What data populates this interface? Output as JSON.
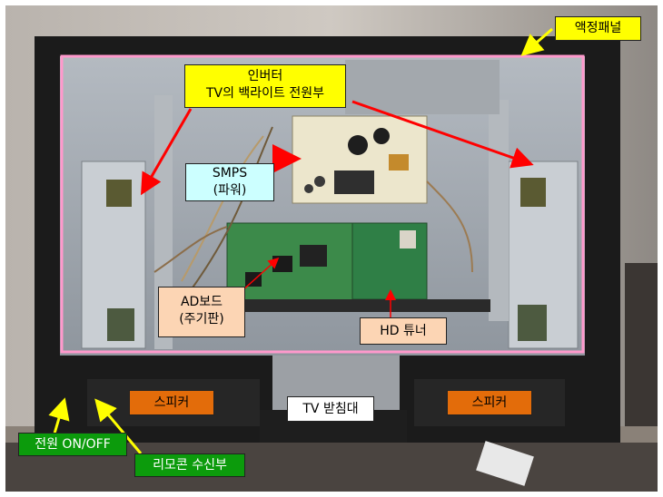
{
  "labels": {
    "lcd_panel": "액정패널",
    "inverter_line1": "인버터",
    "inverter_line2": "TV의 백라이트 전원부",
    "smps_line1": "SMPS",
    "smps_line2": "(파워)",
    "ad_board_line1": "AD보드",
    "ad_board_line2": "(주기판)",
    "hd_tuner": "HD 튜너",
    "speaker_left": "스피커",
    "speaker_right": "스피커",
    "tv_stand": "TV 받침대",
    "power_switch": "전원 ON/OFF",
    "remote_receiver": "리모콘 수신부"
  },
  "colors": {
    "frame_outline": "#ff99cc",
    "arrow_red": "#ff0000",
    "arrow_yellow": "#ffff00",
    "label_yellow": "#ffff00",
    "label_cyan": "#ccffff",
    "label_peach": "#fcd5b4",
    "label_orange": "#e36c0a",
    "label_green": "#0c9b0c"
  }
}
